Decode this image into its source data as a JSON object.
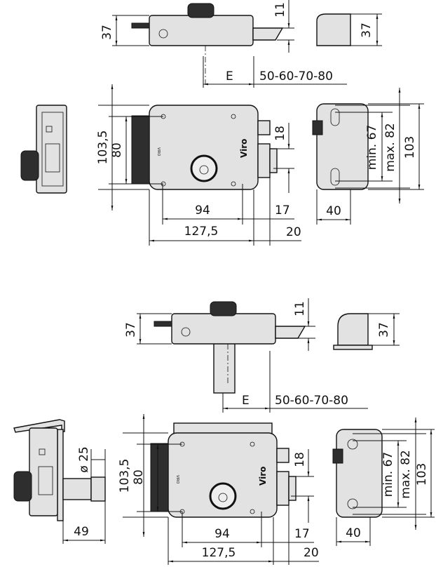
{
  "title": "Electric rim lock dimension drawing",
  "units": "mm",
  "brand_logo": "Viro",
  "colors": {
    "body": "#e2e2e2",
    "handle": "#2e2e2e",
    "line": "#111111"
  },
  "top_variant": {
    "side_height": "37",
    "bolt_height": "11",
    "end_height": "37",
    "backset_label": "E",
    "backset_values": "50-60-70-80",
    "front_total_height": "103,5",
    "front_inner_height": "80",
    "bolt_width": "18",
    "hole_spacing": "94",
    "bolt_projection": "17",
    "total_width": "127,5",
    "latch_projection": "20",
    "slot_min": "min. 67",
    "slot_max": "max. 82",
    "back_height": "103",
    "depth": "40"
  },
  "bottom_variant": {
    "side_height": "37",
    "bolt_height": "11",
    "end_height": "37",
    "backset_label": "E",
    "backset_values": "50-60-70-80",
    "cylinder_diameter": "ø 25",
    "cylinder_length": "49",
    "front_total_height": "103,5",
    "front_inner_height": "80",
    "bolt_width": "18",
    "hole_spacing": "94",
    "bolt_projection": "17",
    "total_width": "127,5",
    "latch_projection": "20",
    "slot_min": "min. 67",
    "slot_max": "max. 82",
    "back_height": "103",
    "depth": "40"
  }
}
